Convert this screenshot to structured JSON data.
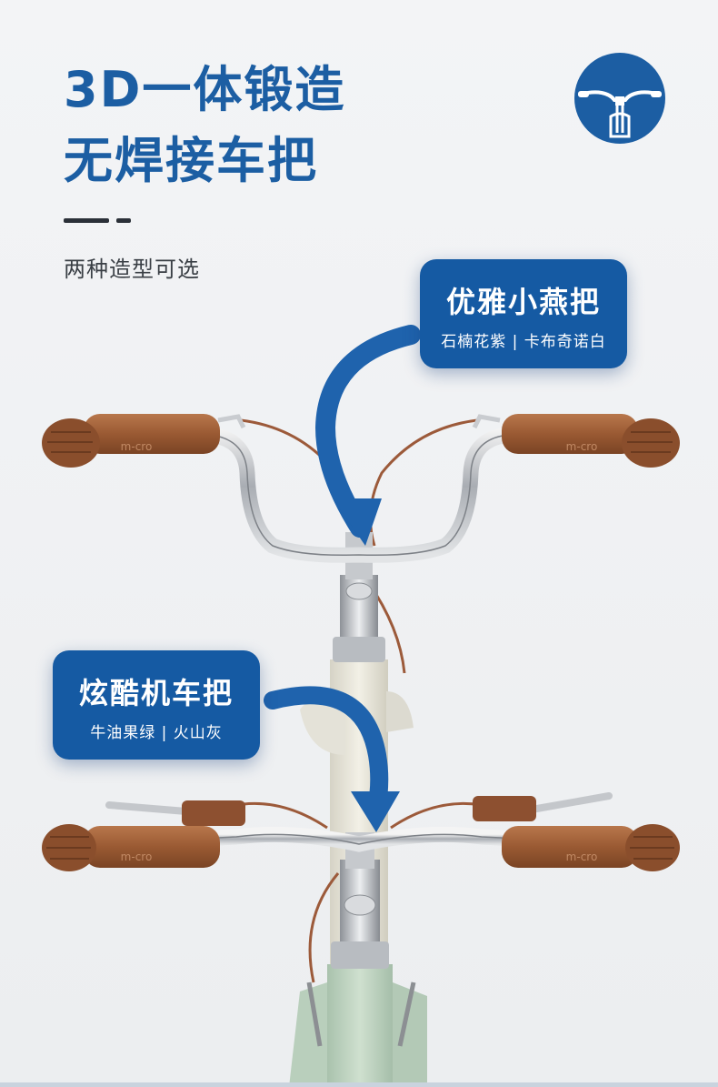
{
  "headline": {
    "line1": "3D一体锻造",
    "line2": "无焊接车把"
  },
  "subtitle": "两种造型可选",
  "colors": {
    "brand_blue": "#1c5ea3",
    "badge_blue": "#155aa3",
    "grip_brown": "#9a5a33",
    "frame_cream": "#e8e6dc",
    "frame_mint": "#bcd3bf"
  },
  "logo_icon": "handlebar-icon",
  "options": [
    {
      "name": "优雅小燕把",
      "colors": "石楠花紫 | 卡布奇诺白"
    },
    {
      "name": "炫酷机车把",
      "colors": "牛油果绿 | 火山灰"
    }
  ],
  "grip_brand": "m-cro"
}
